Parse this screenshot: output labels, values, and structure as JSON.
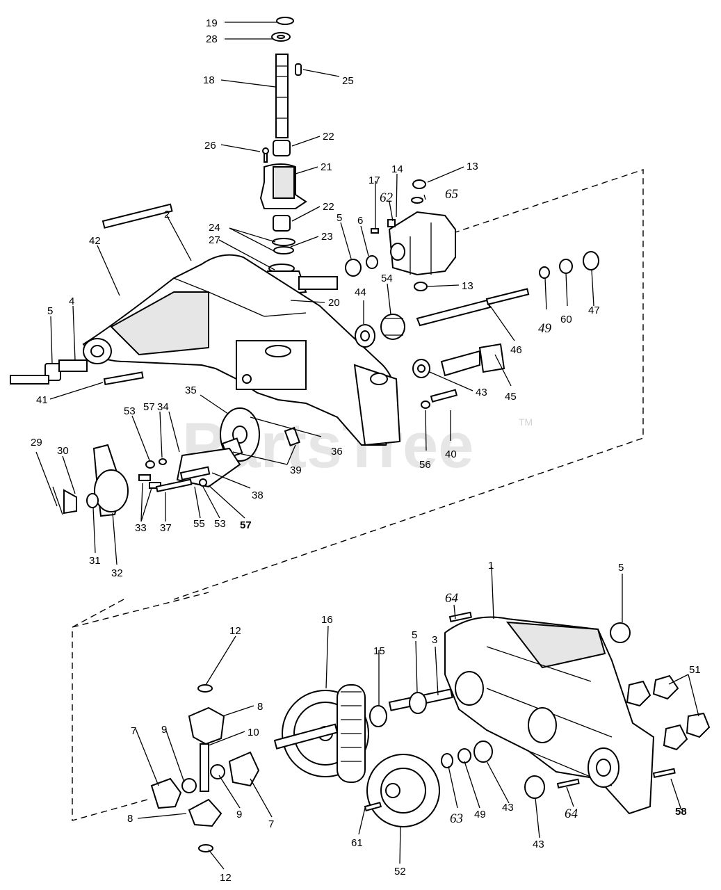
{
  "watermark": {
    "text": "PartsTree",
    "tm": "TM"
  },
  "labels": {
    "l19": "19",
    "l28": "28",
    "l25": "25",
    "l18": "18",
    "l22a": "22",
    "l26": "26",
    "l21": "21",
    "l13a": "13",
    "l65": "65",
    "l17": "17",
    "l62": "62",
    "l14": "14",
    "l22b": "22",
    "l2": "2",
    "l24": "24",
    "l23": "23",
    "l27": "27",
    "l42": "42",
    "l5a": "5",
    "l6": "6",
    "l13b": "13",
    "l44": "44",
    "l54": "54",
    "l49a": "49",
    "l60": "60",
    "l47": "47",
    "l20": "20",
    "l5b": "5",
    "l4": "4",
    "l46": "46",
    "l43a": "43",
    "l45": "45",
    "l41": "41",
    "l35": "35",
    "l40": "40",
    "l56": "56",
    "l53a": "53",
    "l57a": "57",
    "l34": "34",
    "l36": "36",
    "l29": "29",
    "l30": "30",
    "l39": "39",
    "l38": "38",
    "l55": "55",
    "l53b": "53",
    "l57b": "57",
    "l33": "33",
    "l37": "37",
    "l31": "31",
    "l32": "32",
    "l1": "1",
    "l5c": "5",
    "l64a": "64",
    "l12a": "12",
    "l16": "16",
    "l15": "15",
    "l5d": "5",
    "l3": "3",
    "l51": "51",
    "l8a": "8",
    "l10": "10",
    "l7a": "7",
    "l9a": "9",
    "l9b": "9",
    "l7b": "7",
    "l8b": "8",
    "l12b": "12",
    "l63": "63",
    "l49b": "49",
    "l43b": "43",
    "l43c": "43",
    "l64b": "64",
    "l58": "58",
    "l61": "61",
    "l52": "52"
  }
}
